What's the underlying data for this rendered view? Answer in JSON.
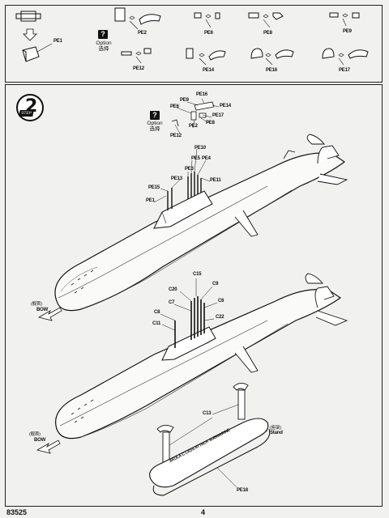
{
  "page": {
    "product_code": "83525",
    "page_number": "4"
  },
  "top_panel": {
    "pe1": {
      "label": "PE1"
    },
    "option": {
      "title": "Option",
      "subtitle": "选择"
    },
    "parts": [
      {
        "id": "pe2",
        "label": "PE2"
      },
      {
        "id": "pe6",
        "label": "PE6"
      },
      {
        "id": "pe8",
        "label": "PE8"
      },
      {
        "id": "pe9",
        "label": "PE9"
      },
      {
        "id": "pe12",
        "label": "PE12"
      },
      {
        "id": "pe14",
        "label": "PE14"
      },
      {
        "id": "pe16",
        "label": "PE16"
      },
      {
        "id": "pe17",
        "label": "PE17"
      }
    ]
  },
  "step": {
    "number": "2",
    "tag": "STEP"
  },
  "upper_assembly": {
    "option": {
      "title": "Option",
      "subtitle": "选择"
    },
    "callouts": [
      "PE16",
      "PE9",
      "PE6",
      "PE14",
      "PE17",
      "PE8",
      "PE2",
      "PE12",
      "PE10",
      "PE5",
      "PE4",
      "PE3",
      "PE11",
      "PE13",
      "PE15",
      "PE1"
    ],
    "bow": {
      "cn": "(舰首)",
      "en": "BOW"
    }
  },
  "lower_assembly": {
    "callouts": [
      "C15",
      "C20",
      "C9",
      "C7",
      "C6",
      "C8",
      "C11",
      "C22",
      "C13",
      "PE18"
    ],
    "bow": {
      "cn": "(舰首)",
      "en": "BOW"
    },
    "stand": {
      "cn": "(座架)",
      "en": "Stand"
    },
    "stand_text": "AKULA C LASS ATTACK SUBMARINE"
  }
}
